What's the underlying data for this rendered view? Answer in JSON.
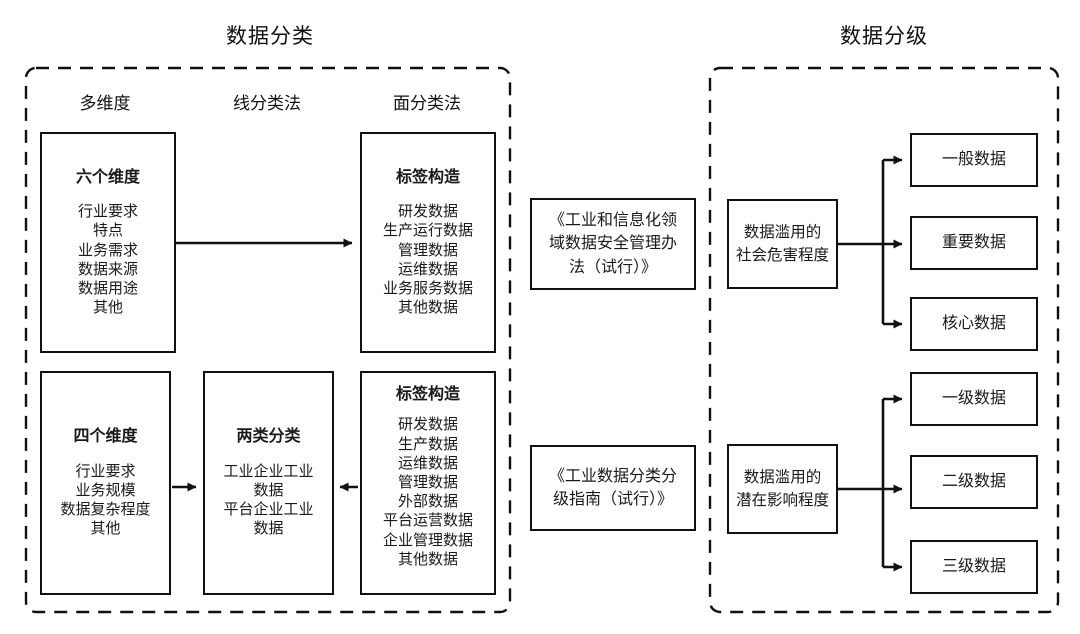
{
  "titles": {
    "classification": "数据分类",
    "grading": "数据分级"
  },
  "classification_panel": {
    "column_heads": [
      "多维度",
      "线分类法",
      "面分类法"
    ],
    "top_row": {
      "left_box": {
        "title": "六个维度",
        "items": [
          "行业要求",
          "特点",
          "业务需求",
          "数据来源",
          "数据用途",
          "其他"
        ]
      },
      "right_box": {
        "title": "标签构造",
        "items": [
          "研发数据",
          "生产运行数据",
          "管理数据",
          "运维数据",
          "业务服务数据",
          "其他数据"
        ]
      },
      "arrow": "arrow-right"
    },
    "bottom_row": {
      "left_box": {
        "title": "四个维度",
        "items": [
          "行业要求",
          "业务规模",
          "数据复杂程度",
          "其他"
        ]
      },
      "middle_box": {
        "title": "两类分类",
        "items": [
          "工业企业工业",
          "数据",
          "平台企业工业",
          "数据"
        ]
      },
      "right_box": {
        "title": "标签构造",
        "items": [
          "研发数据",
          "生产数据",
          "运维数据",
          "管理数据",
          "外部数据",
          "平台运营数据",
          "企业管理数据",
          "其他数据"
        ]
      },
      "arrows": [
        "arrow-right",
        "arrow-left"
      ]
    }
  },
  "documents": [
    {
      "lines": [
        "《工业和信息化领",
        "域数据安全管理办",
        "法（试行）》"
      ]
    },
    {
      "lines": [
        "《工业数据分类分",
        "级指南（试行）》"
      ]
    }
  ],
  "grading_panel": {
    "branches": [
      {
        "source": {
          "lines": [
            "数据滥用的",
            "社会危害程度"
          ]
        },
        "targets": [
          "一般数据",
          "重要数据",
          "核心数据"
        ]
      },
      {
        "source": {
          "lines": [
            "数据滥用的",
            "潜在影响程度"
          ]
        },
        "targets": [
          "一级数据",
          "二级数据",
          "三级数据"
        ]
      }
    ]
  },
  "colors": {
    "stroke": "#111111",
    "background": "#ffffff",
    "text": "#1a1a1a"
  }
}
